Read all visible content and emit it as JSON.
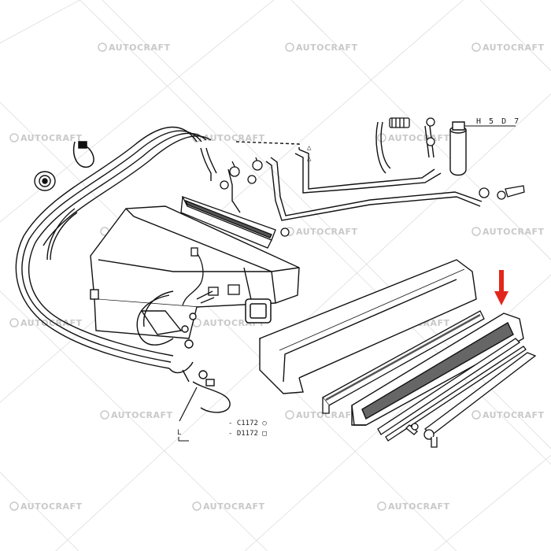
{
  "watermark": {
    "text": "AUTOCRAFT"
  },
  "diagram": {
    "part_code": "H 5 D 7",
    "variant_labels": [
      "- C1172 ○",
      "- D1172 □"
    ],
    "pointer_letter": "L",
    "triangle_marks": [
      "△",
      "△"
    ],
    "highlight_color": "#e3261b"
  }
}
